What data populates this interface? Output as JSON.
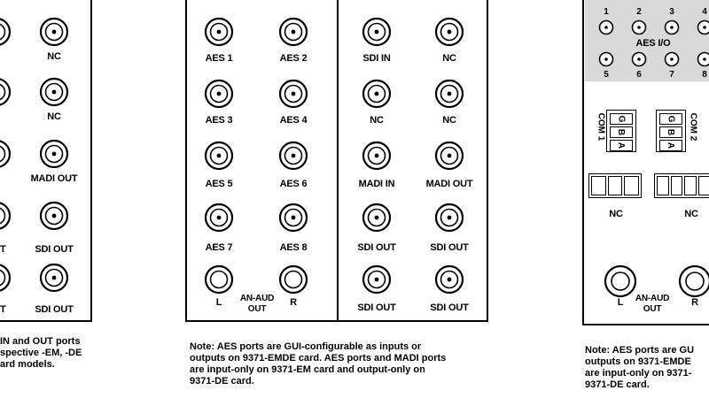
{
  "left_panel": {
    "col2_labels": [
      "NC",
      "NC",
      "MADI OUT",
      "SDI OUT",
      "SDI OUT"
    ],
    "col1_fragments": [
      "T",
      "T"
    ],
    "note_lines": [
      "IN and OUT ports",
      "spective -EM, -DE",
      "ard models."
    ]
  },
  "middle_panel": {
    "aes_labels": [
      "AES 1",
      "AES 2",
      "AES 3",
      "AES 4",
      "AES 5",
      "AES 6",
      "AES 7",
      "AES 8"
    ],
    "anaud": {
      "left": "L",
      "right": "R",
      "label_line1": "AN-AUD",
      "label_line2": "OUT"
    },
    "sdi_labels": [
      "SDI IN",
      "NC",
      "NC",
      "NC",
      "MADI IN",
      "MADI OUT",
      "SDI OUT",
      "SDI OUT",
      "SDI OUT",
      "SDI OUT"
    ],
    "note_lines": [
      "Note: AES ports are GUI-configurable as inputs or",
      "outputs on 9371-EMDE card. AES ports and MADI ports",
      "are input-only on 9371-EM card and output-only on",
      "9371-DE card."
    ]
  },
  "right_panel": {
    "aes_io_label": "AES I/O",
    "top_numbers": [
      "1",
      "2",
      "3",
      "4"
    ],
    "bottom_numbers": [
      "5",
      "6",
      "7",
      "8"
    ],
    "com1": {
      "label": "COM 1",
      "cells": [
        "G",
        "B",
        "A"
      ]
    },
    "com2": {
      "label": "COM 2",
      "cells": [
        "G",
        "B",
        "A"
      ]
    },
    "nc_labels": [
      "NC",
      "NC"
    ],
    "anaud": {
      "left": "L",
      "right": "R",
      "label_line1": "AN-AUD",
      "label_line2": "OUT"
    },
    "note_lines": [
      "Note: AES ports are GU",
      "outputs on 9371-EMDE",
      "are input-only on 9371-",
      "9371-DE card."
    ]
  },
  "colors": {
    "stroke": "#000000",
    "gray_block": "#d9d9d9",
    "background": "#ffffff"
  },
  "icons": {
    "bnc_connector": "bnc-connector-icon",
    "terminal_block": "terminal-block-icon"
  }
}
